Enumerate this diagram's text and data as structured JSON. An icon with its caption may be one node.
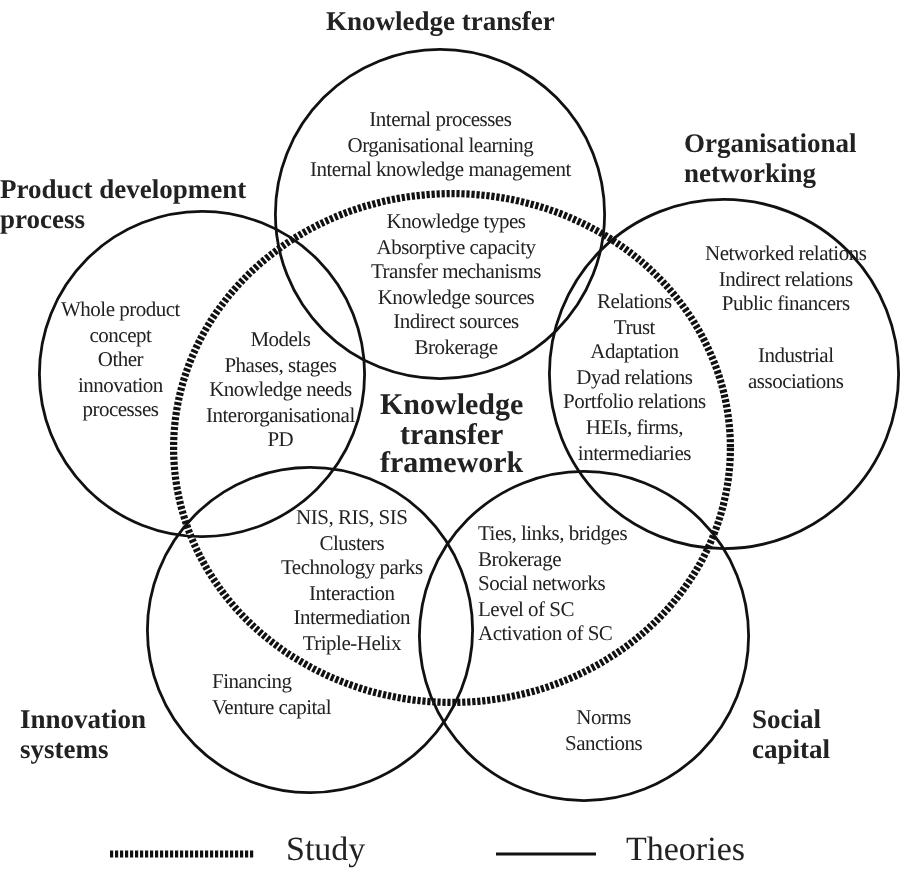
{
  "diagram": {
    "nodes": [
      {
        "text": [
          "Knowledge transfer",
          "Internal processes Organisational learning Internal knowledge management"
        ]
      },
      {
        "text": [
          "Product development process",
          "Whole product concept Other innovation processes"
        ]
      },
      {
        "text": [
          "Organisational networking",
          "Networked relations Indirect relations Public financers",
          "Industrial associations"
        ]
      },
      {
        "text": [
          "Knowledge transfer framework"
        ]
      },
      {
        "text": [
          "Innovation systems",
          "Financing Venture capital"
        ]
      },
      {
        "text": [
          "Norms Sanctions",
          "Social capital"
        ]
      }
    ],
    "edges": [],
    "labels": [
      "Knowledge types Absorptive capacity Transfer mechanisms Knowledge sources Indirect sources Brokerage",
      "Models Phases, stages Knowledge needs Interorganisational PD",
      "Relations Trust Adaptation Dyad relations Portfolio relations HEIs, firms, intermediaries",
      "NIS, RIS, SIS Clusters Technology parks Interaction Intermediation Triple-Helix",
      "Ties, links, bridges Brokerage Social networks Level of SC Activation of SC"
    ],
    "legend": [
      {
        "text": "Study"
      },
      {
        "text": "Theories"
      }
    ]
  }
}
